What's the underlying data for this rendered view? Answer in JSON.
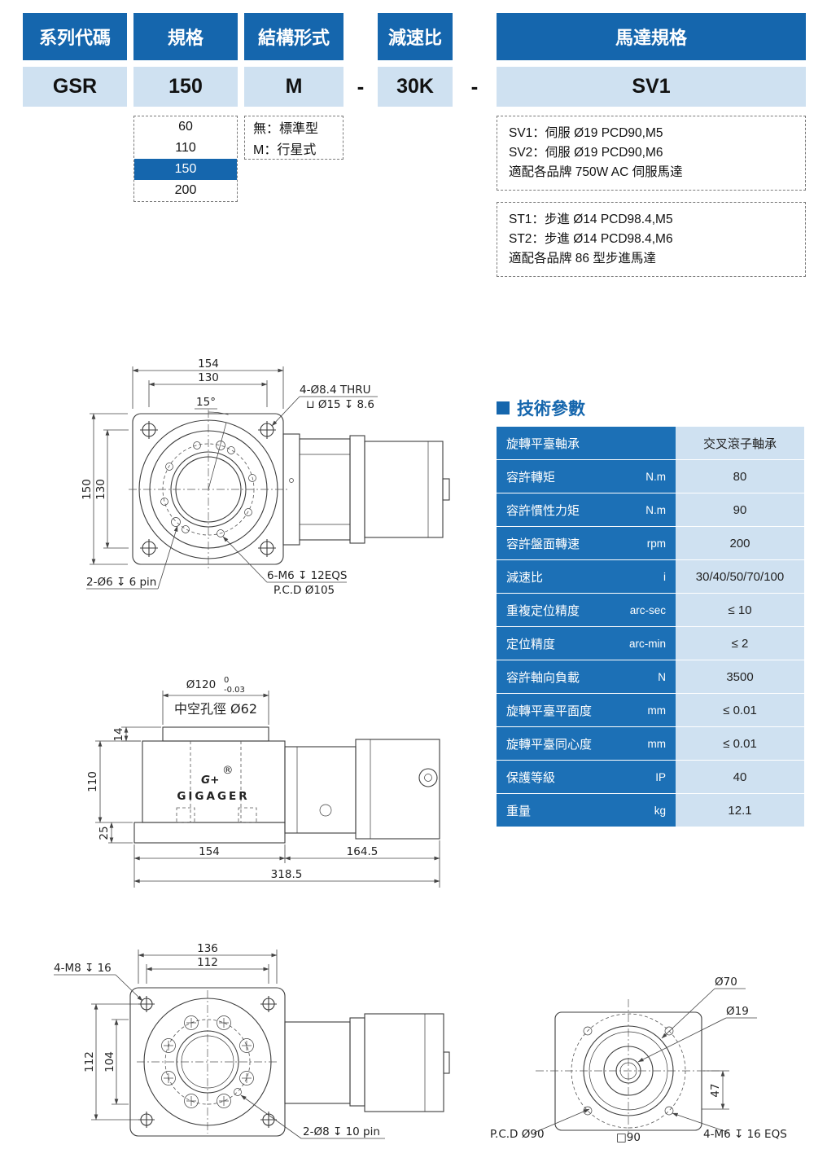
{
  "colors": {
    "primary": "#1566ad",
    "primary2": "#1c70b6",
    "light": "#cfe1f1"
  },
  "model_code": {
    "headers": [
      "系列代碼",
      "規格",
      "結構形式",
      "減速比",
      "馬達規格"
    ],
    "series": "GSR",
    "size": "150",
    "structure": "M",
    "ratio": "30K",
    "motor": "SV1",
    "separator": "-",
    "size_options": [
      "60",
      "110",
      "150",
      "200"
    ],
    "structure_options": [
      "無：標準型",
      "M：行星式"
    ],
    "motor_sv_lines": [
      "SV1：伺服 Ø19 PCD90,M5",
      "SV2：伺服 Ø19 PCD90,M6",
      "適配各品牌 750W AC 伺服馬達"
    ],
    "motor_st_lines": [
      "ST1：步進 Ø14 PCD98.4,M5",
      "ST2：步進 Ø14 PCD98.4,M6",
      "適配各品牌 86 型步進馬達"
    ]
  },
  "tech_params": {
    "title": "技術參數",
    "rows": [
      {
        "label": "旋轉平臺軸承",
        "unit": "",
        "value": "交叉滾子軸承"
      },
      {
        "label": "容許轉矩",
        "unit": "N.m",
        "value": "80"
      },
      {
        "label": "容許慣性力矩",
        "unit": "N.m",
        "value": "90"
      },
      {
        "label": "容許盤面轉速",
        "unit": "rpm",
        "value": "200"
      },
      {
        "label": "減速比",
        "unit": "i",
        "value": "30/40/50/70/100"
      },
      {
        "label": "重複定位精度",
        "unit": "arc-sec",
        "value": "≤ 10"
      },
      {
        "label": "定位精度",
        "unit": "arc-min",
        "value": "≤ 2"
      },
      {
        "label": "容許軸向負載",
        "unit": "N",
        "value": "3500"
      },
      {
        "label": "旋轉平臺平面度",
        "unit": "mm",
        "value": "≤ 0.01"
      },
      {
        "label": "旋轉平臺同心度",
        "unit": "mm",
        "value": "≤ 0.01"
      },
      {
        "label": "保護等級",
        "unit": "IP",
        "value": "40"
      },
      {
        "label": "重量",
        "unit": "kg",
        "value": "12.1"
      }
    ]
  },
  "drawings": {
    "top_view": {
      "dim_154": "154",
      "dim_130_h": "130",
      "angle_15": "15°",
      "callout_holes_1": "4-Ø8.4 THRU",
      "callout_holes_2": "⊔ Ø15 ↧ 8.6",
      "dim_150_v": "150",
      "dim_130_v": "130",
      "callout_pin": "2-Ø6 ↧ 6 pin",
      "callout_tap_1": "6-M6 ↧ 12EQS",
      "callout_tap_2": "P.C.D Ø105"
    },
    "side_view": {
      "dia_120": "Ø120",
      "tol_upper": "0",
      "tol_lower": "-0.03",
      "bore_label": "中空孔徑 Ø62",
      "dim_14": "14",
      "dim_110": "110",
      "dim_25": "25",
      "dim_154": "154",
      "dim_164_5": "164.5",
      "dim_318_5": "318.5",
      "logo_g": "G+",
      "logo_r": "®",
      "logo_text": "GIGAGER"
    },
    "bottom_view": {
      "dim_136": "136",
      "dim_112_h": "112",
      "callout_m8": "4-M8 ↧ 16",
      "dim_112_v": "112",
      "dim_104_v": "104",
      "callout_pin": "2-Ø8 ↧ 10 pin"
    },
    "motor_view": {
      "dia_70": "Ø70",
      "dia_19": "Ø19",
      "dim_47": "47",
      "pcd": "P.C.D Ø90",
      "square": "□90",
      "callout_eqs": "4-M6 ↧ 16 EQS"
    }
  }
}
